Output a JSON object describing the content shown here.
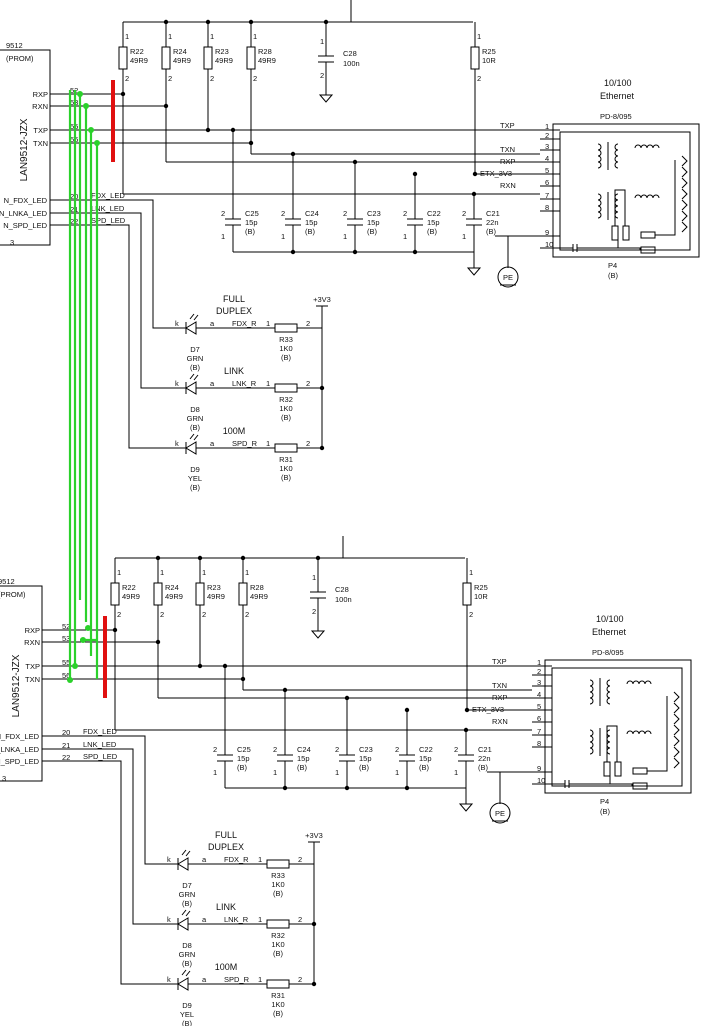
{
  "chip": {
    "part_fragment": "9512",
    "prom_fragment": "(PROM)",
    "name": "LAN9512-JZX",
    "side_mark": "3",
    "pins": [
      {
        "name": "RXP",
        "num": "52"
      },
      {
        "name": "RXN",
        "num": "53"
      },
      {
        "name": "TXP",
        "num": "55"
      },
      {
        "name": "TXN",
        "num": "56"
      },
      {
        "name": "N_FDX_LED",
        "num": "20",
        "net": "FDX_LED"
      },
      {
        "name": "N_LNKA_LED",
        "num": "21",
        "net": "LNK_LED"
      },
      {
        "name": "N_SPD_LED",
        "num": "22",
        "net": "SPD_LED"
      }
    ]
  },
  "resistors": [
    {
      "ref": "R22",
      "value": "49R9"
    },
    {
      "ref": "R24",
      "value": "49R9"
    },
    {
      "ref": "R23",
      "value": "49R9"
    },
    {
      "ref": "R28",
      "value": "49R9"
    },
    {
      "ref": "R25",
      "value": "10R"
    }
  ],
  "pin_numbers": {
    "one": "1",
    "two": "2"
  },
  "c28": {
    "ref": "C28",
    "value": "100n"
  },
  "caps": [
    {
      "ref": "C25",
      "value": "15p",
      "pkg": "(B)"
    },
    {
      "ref": "C24",
      "value": "15p",
      "pkg": "(B)"
    },
    {
      "ref": "C23",
      "value": "15p",
      "pkg": "(B)"
    },
    {
      "ref": "C22",
      "value": "15p",
      "pkg": "(B)"
    },
    {
      "ref": "C21",
      "value": "22n",
      "pkg": "(B)"
    }
  ],
  "connector": {
    "title_line1": "10/100",
    "title_line2": "Ethernet",
    "part": "PD-8/095",
    "ref": "P4",
    "pkg": "(B)",
    "pins": [
      "1",
      "2",
      "3",
      "4",
      "5",
      "6",
      "7",
      "8",
      "9",
      "10"
    ],
    "nets": [
      "TXP",
      "TXN",
      "RXP",
      "ETX_3V3",
      "RXN"
    ],
    "pe": "PE"
  },
  "leds": [
    {
      "caption1": "FULL",
      "caption2": "DUPLEX",
      "ref": "D7",
      "color": "GRN",
      "pkg": "(B)",
      "net": "FDX_R",
      "rref": "R33",
      "rval": "1K0",
      "rpkg": "(B)"
    },
    {
      "caption1": "LINK",
      "caption2": "",
      "ref": "D8",
      "color": "GRN",
      "pkg": "(B)",
      "net": "LNK_R",
      "rref": "R32",
      "rval": "1K0",
      "rpkg": "(B)"
    },
    {
      "caption1": "100M",
      "caption2": "",
      "ref": "D9",
      "color": "YEL",
      "pkg": "(B)",
      "net": "SPD_R",
      "rref": "R31",
      "rval": "1K0",
      "rpkg": "(B)"
    }
  ],
  "led_pins": {
    "k": "k",
    "a": "a"
  },
  "supply": "+3V3",
  "colors": {
    "wire": "#000000",
    "highlight_green": "#2bd12b",
    "highlight_red": "#e01010"
  }
}
